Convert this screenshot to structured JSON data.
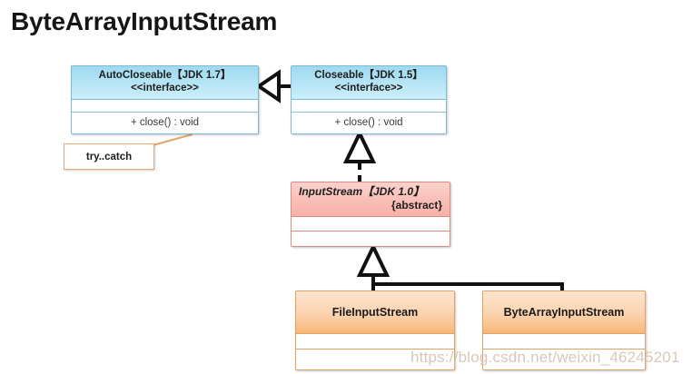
{
  "page": {
    "title": "ByteArrayInputStream",
    "watermark": "https://blog.csdn.net/weixin_46245201"
  },
  "diagram": {
    "type": "uml-class-diagram",
    "classes": [
      {
        "id": "autocloseable",
        "name": "AutoCloseable【JDK 1.7】",
        "stereotype": "<<interface>>",
        "kind": "interface",
        "members": [
          "+ close() : void"
        ],
        "color": "#b7e5f6"
      },
      {
        "id": "closeable",
        "name": "Closeable【JDK 1.5】",
        "stereotype": "<<interface>>",
        "kind": "interface",
        "members": [
          "+ close() : void"
        ],
        "color": "#b7e5f6"
      },
      {
        "id": "inputstream",
        "name": "InputStream【JDK 1.0】",
        "stereotype": "{abstract}",
        "kind": "abstract-class",
        "members": [],
        "color": "#f8bdb5"
      },
      {
        "id": "fileinputstream",
        "name": "FileInputStream",
        "stereotype": "",
        "kind": "class",
        "members": [],
        "color": "#fbd2ae"
      },
      {
        "id": "bytearrayinputstream",
        "name": "ByteArrayInputStream",
        "stereotype": "",
        "kind": "class",
        "members": [],
        "color": "#fbd2ae"
      }
    ],
    "notes": [
      {
        "id": "trycatch",
        "text": "try..catch",
        "attached_to": "autocloseable"
      }
    ],
    "relations": [
      {
        "from": "closeable",
        "to": "autocloseable",
        "type": "generalization"
      },
      {
        "from": "inputstream",
        "to": "closeable",
        "type": "realization"
      },
      {
        "from": "fileinputstream",
        "to": "inputstream",
        "type": "generalization"
      },
      {
        "from": "bytearrayinputstream",
        "to": "inputstream",
        "type": "generalization"
      }
    ]
  }
}
